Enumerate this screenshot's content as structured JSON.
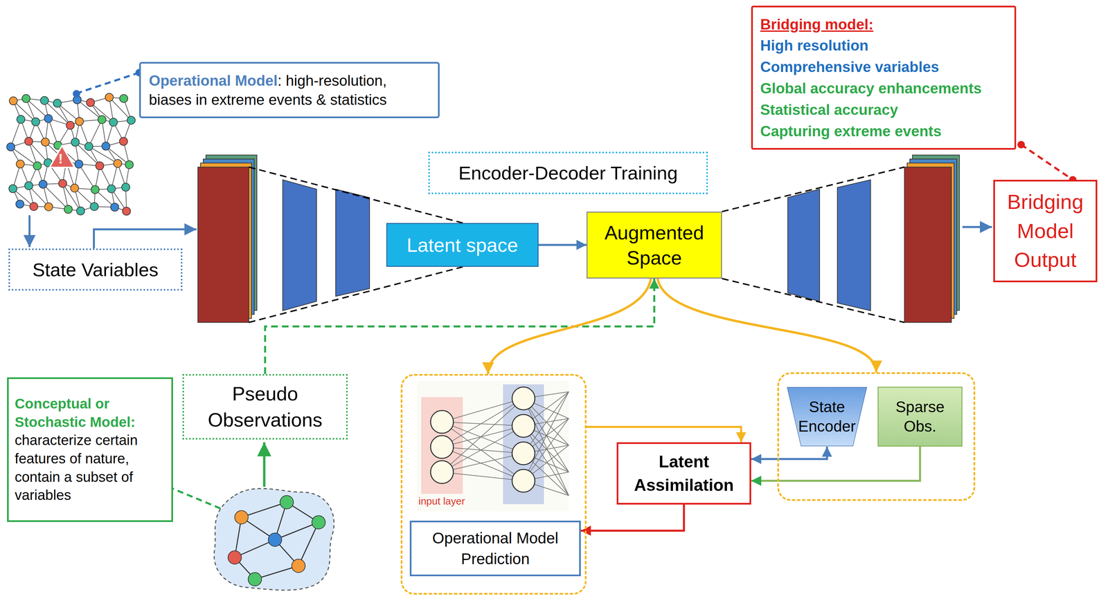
{
  "diagram": {
    "nodes": [
      {
        "text": [
          "Operational Model",
          ": high-resolution, biases in extreme events & statistics"
        ]
      },
      {
        "text": [
          "State Variables"
        ]
      },
      {
        "text": [
          "Encoder-Decoder Training"
        ]
      },
      {
        "text": [
          "Latent space"
        ]
      },
      {
        "text": [
          "Augmented Space"
        ]
      },
      {
        "text": [
          "Bridging model:",
          "High resolution",
          "Comprehensive variables",
          "Global accuracy enhancements",
          "Statistical accuracy",
          "Capturing extreme events"
        ]
      },
      {
        "text": [
          "Bridging Model Output"
        ]
      },
      {
        "text": [
          "Conceptual or Stochastic Model:",
          "characterize certain features of nature, contain a subset of variables"
        ]
      },
      {
        "text": [
          "Pseudo Observations"
        ]
      },
      {
        "text": [
          "input layer"
        ]
      },
      {
        "text": [
          "Operational Model Prediction"
        ],
        "in": 9
      },
      {
        "text": [
          "Latent Assimilation"
        ]
      },
      {
        "text": []
      },
      {
        "text": [
          "State Encoder"
        ],
        "in": 12
      },
      {
        "text": [
          "Sparse Obs."
        ],
        "in": 12
      }
    ],
    "edges": [
      {
        "from": 3,
        "to": 4,
        "arrow": "to"
      },
      {
        "from": 8,
        "to": 4,
        "arrow": "to"
      },
      {
        "from": 4,
        "to": 9,
        "arrow": "to"
      },
      {
        "from": 4,
        "to": 12,
        "arrow": "to"
      },
      {
        "from": 9,
        "to": 11,
        "arrow": "to"
      },
      {
        "from": 11,
        "to": 13,
        "arrow": "both"
      },
      {
        "from": 14,
        "to": 11,
        "arrow": "to"
      },
      {
        "from": 11,
        "to": 10,
        "arrow": "to"
      },
      {
        "from": 5,
        "to": 6,
        "arrow": "none"
      }
    ],
    "labels": [
      "!"
    ]
  }
}
